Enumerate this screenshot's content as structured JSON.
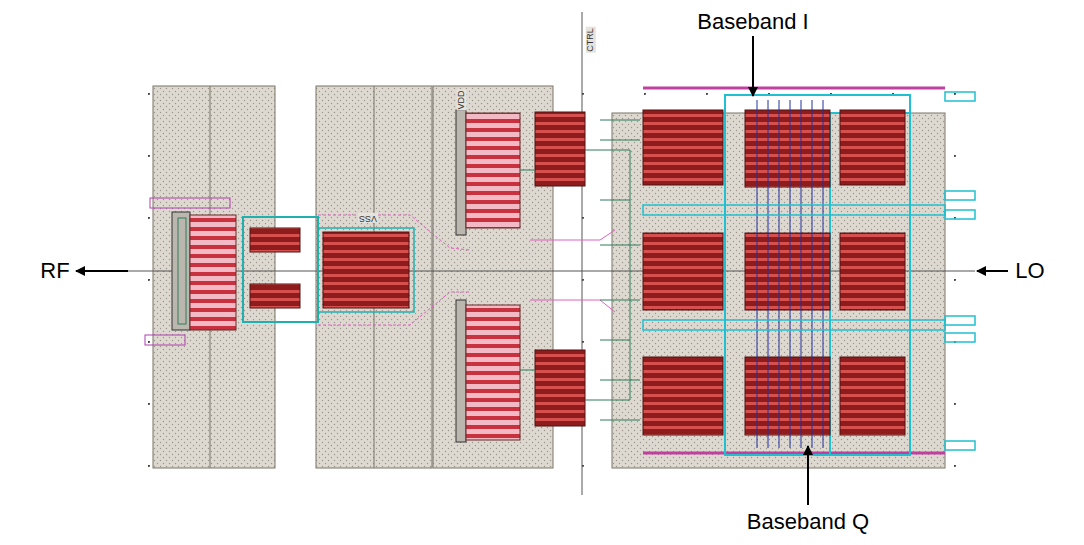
{
  "diagram": {
    "labels": [
      "Baseband I",
      "RF",
      "LO",
      "Baseband Q",
      "VDD",
      "CTRL",
      "VSS"
    ]
  }
}
